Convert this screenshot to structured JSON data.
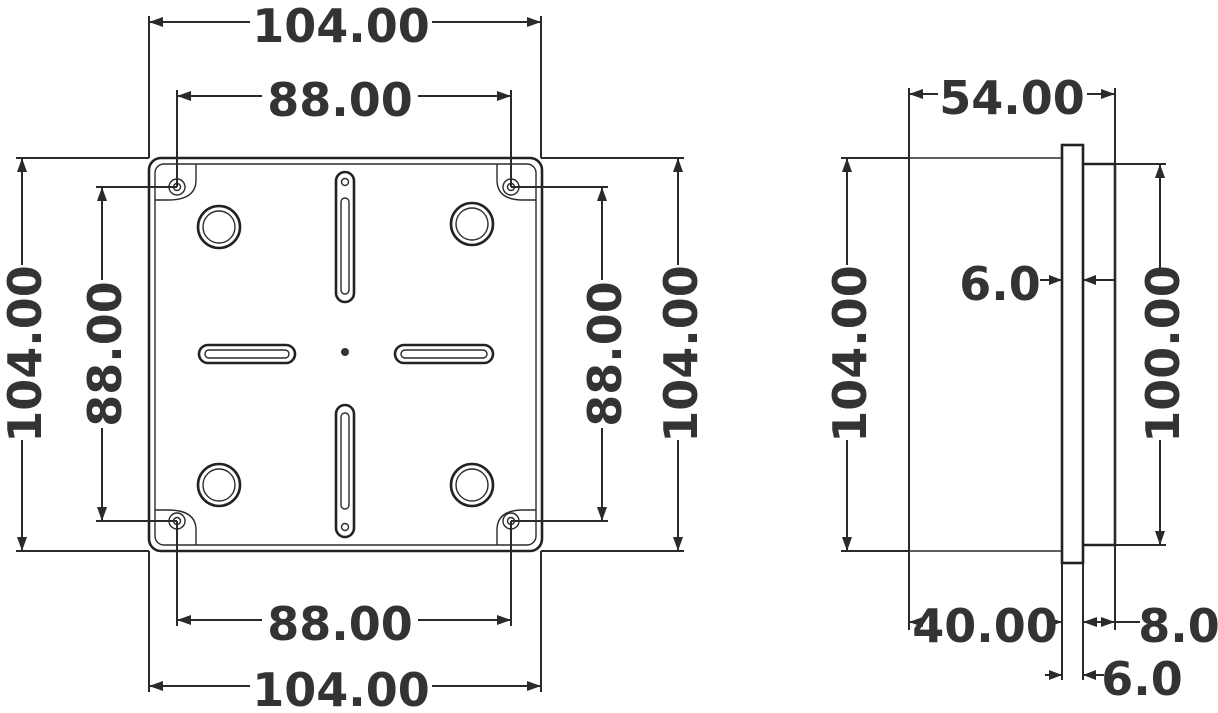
{
  "front_view": {
    "top_outer": "104.00",
    "top_inner": "88.00",
    "bottom_inner": "88.00",
    "bottom_outer": "104.00",
    "left_outer": "104.00",
    "left_inner": "88.00",
    "right_inner": "88.00",
    "right_outer": "104.00"
  },
  "side_view": {
    "depth_total": "54.00",
    "height_left": "104.00",
    "flange_thickness": "6.0",
    "height_right": "100.00",
    "body_depth": "40.00",
    "rim_depth": "8.0",
    "flange_bottom": "6.0"
  }
}
